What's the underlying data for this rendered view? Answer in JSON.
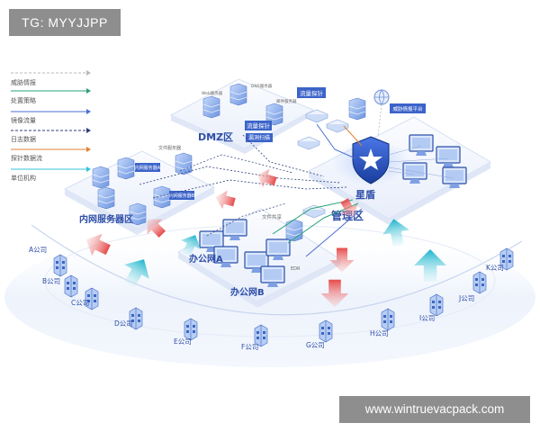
{
  "watermarks": {
    "top": "TG: MYYJJPP",
    "bottom": "www.wintruevacpack.com"
  },
  "legend": [
    {
      "label": "威胁情报",
      "color": "#b9b9b9",
      "dashed": true
    },
    {
      "label": "处置策略",
      "color": "#2aa377",
      "dashed": false
    },
    {
      "label": "镜像流量",
      "color": "#4a6fd0",
      "dashed": false
    },
    {
      "label": "日志数据",
      "color": "#2c3e78",
      "dashed": true
    },
    {
      "label": "探针数据流",
      "color": "#e0813a",
      "dashed": false
    },
    {
      "label": "单位机构",
      "color": "#33c3d8",
      "dashed": false
    }
  ],
  "zones": {
    "dmz": "DMZ区",
    "internal": "内网服务器区",
    "office_a": "办公网A",
    "office_b": "办公网B",
    "management": "管理区",
    "brand": "星盾"
  },
  "tags": {
    "web_server": "Web服务器",
    "dns_server": "DNS服务器",
    "mail_server": "邮件服务器",
    "traffic_probe_1": "流量探针",
    "traffic_probe_2": "流量探针",
    "vuln_scan": "漏洞扫描",
    "threat_intel": "威胁情报平台",
    "file_server": "文件服务器",
    "biz_server_a": "内网服务器A",
    "biz_server_b": "内网服务器B",
    "file_share": "文件共享",
    "edr": "EDR"
  },
  "branches": [
    "A公司",
    "B公司",
    "C公司",
    "D公司",
    "E公司",
    "F公司",
    "G公司",
    "H公司",
    "I公司",
    "J公司",
    "K公司"
  ]
}
